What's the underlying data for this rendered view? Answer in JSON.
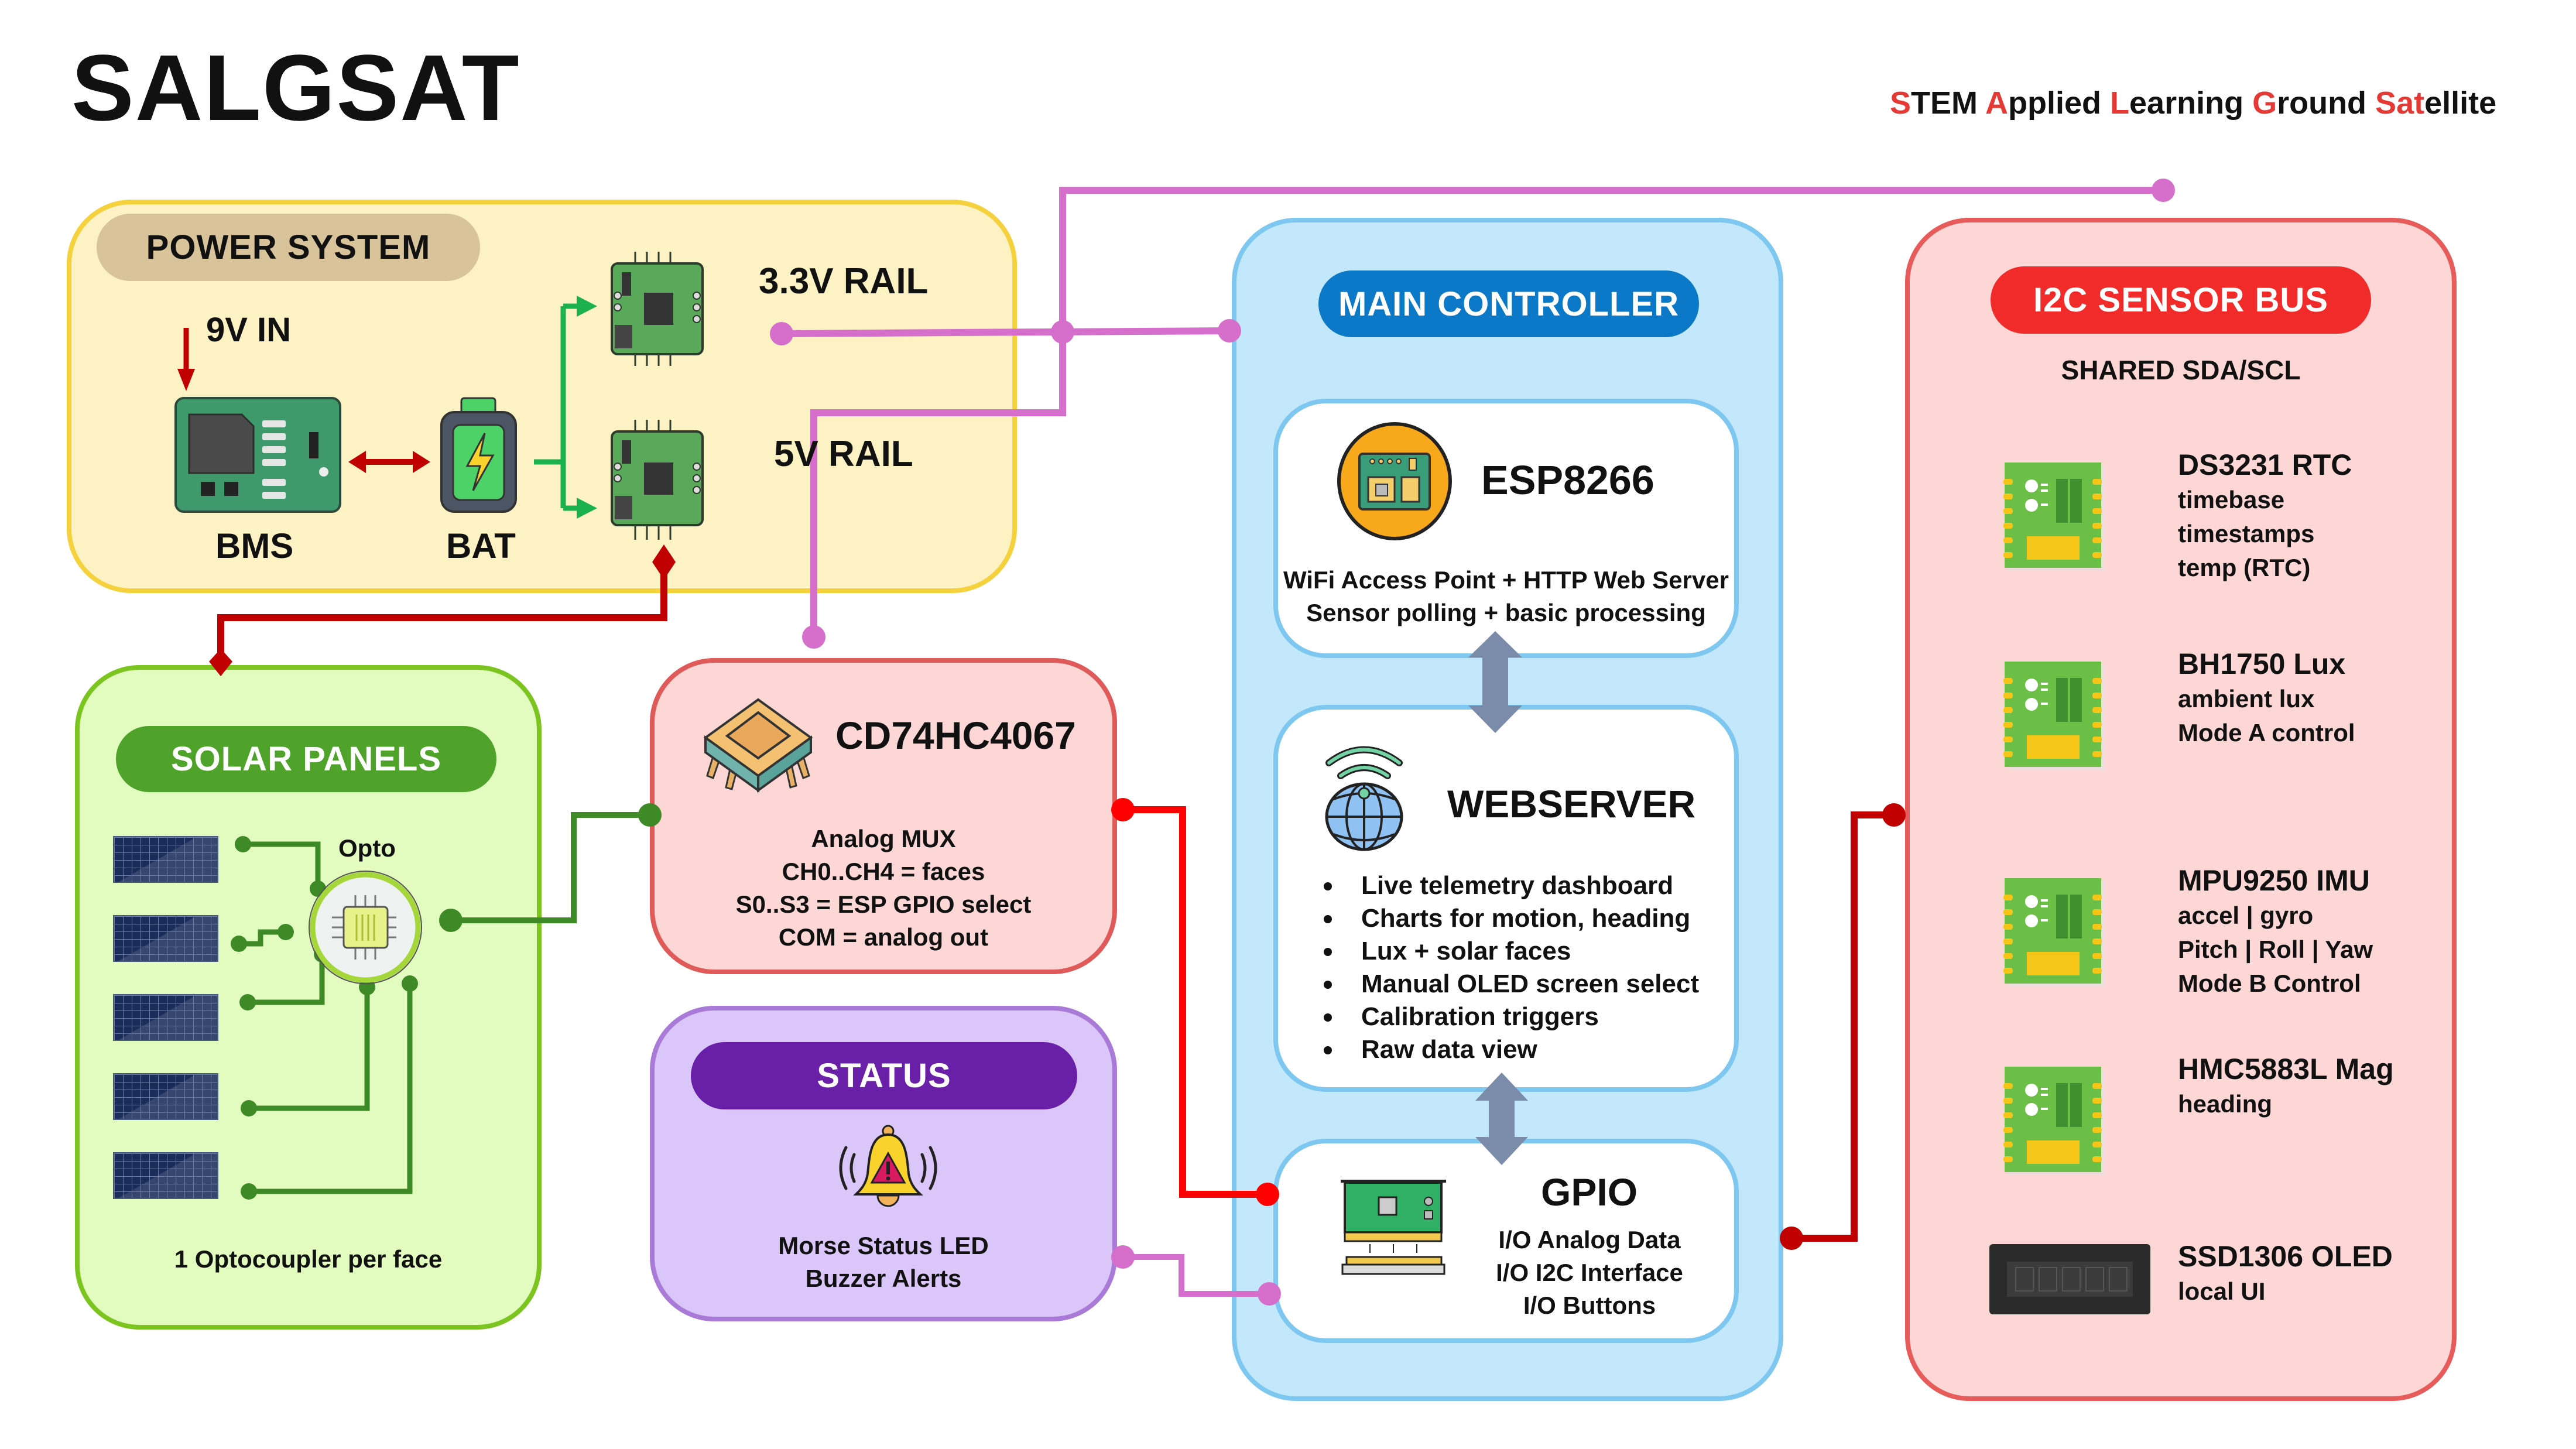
{
  "header": {
    "title": "SALGSAT",
    "subtitle_parts": [
      {
        "text": "S",
        "accent": true
      },
      {
        "text": "TEM ",
        "accent": false
      },
      {
        "text": "A",
        "accent": true
      },
      {
        "text": "pplied ",
        "accent": false
      },
      {
        "text": "L",
        "accent": true
      },
      {
        "text": "earning ",
        "accent": false
      },
      {
        "text": "G",
        "accent": true
      },
      {
        "text": "round ",
        "accent": false
      },
      {
        "text": "Sat",
        "accent": true
      },
      {
        "text": "ellite",
        "accent": false
      }
    ]
  },
  "colors": {
    "accent_red": "#e53935",
    "power_bg": "#fdf2c4",
    "power_border": "#f4d13d",
    "power_pill": "#d9c39b",
    "solar_bg": "#e2fbbf",
    "solar_border": "#7cc520",
    "solar_pill": "#4fa22a",
    "mux_bg": "#fdd6d6",
    "mux_border": "#e05a5a",
    "status_bg": "#dac6f8",
    "status_border": "#a97ad8",
    "status_pill": "#6a1fa8",
    "main_bg": "#c3e8fb",
    "main_border": "#7ec7f0",
    "main_pill": "#0b79c8",
    "i2c_bg": "#fdd6d6",
    "i2c_border": "#e85b5b",
    "i2c_pill": "#f12a2a",
    "wire_pink": "#d66ecb",
    "wire_red": "#ff0000",
    "wire_darkred": "#c00000",
    "wire_green": "#3e8a26",
    "wire_bright_green": "#1bb14c",
    "arrow_gray": "#7b8baa"
  },
  "power": {
    "title": "POWER SYSTEM",
    "input_label": "9V IN",
    "bms_label": "BMS",
    "bat_label": "BAT",
    "rail_33_label": "3.3V RAIL",
    "rail_5_label": "5V RAIL"
  },
  "solar": {
    "title": "SOLAR PANELS",
    "opto_label": "Opto",
    "panel_count": 5,
    "footer": "1 Optocoupler per face"
  },
  "mux": {
    "title": "CD74HC4067",
    "lines": [
      "Analog MUX",
      "CH0..CH4 = faces",
      "S0..S3 = ESP GPIO select",
      "COM = analog out"
    ]
  },
  "status": {
    "title": "STATUS",
    "lines": [
      "Morse Status LED",
      "Buzzer Alerts"
    ]
  },
  "main": {
    "title": "MAIN CONTROLLER",
    "esp": {
      "title": "ESP8266",
      "lines": [
        "WiFi Access Point + HTTP Web Server",
        "Sensor polling + basic processing"
      ]
    },
    "webserver": {
      "title": "WEBSERVER",
      "bullets": [
        "Live telemetry dashboard",
        "Charts for motion, heading",
        "Lux + solar faces",
        "Manual OLED screen select",
        "Calibration triggers",
        "Raw data view"
      ]
    },
    "gpio": {
      "title": "GPIO",
      "lines": [
        "I/O Analog Data",
        "I/O I2C Interface",
        "I/O Buttons"
      ]
    }
  },
  "i2c": {
    "title": "I2C SENSOR BUS",
    "subtitle": "SHARED SDA/SCL",
    "sensors": [
      {
        "name": "DS3231 RTC",
        "lines": [
          "timebase",
          "timestamps",
          "temp (RTC)"
        ],
        "icon": "sensor-board-icon"
      },
      {
        "name": "BH1750 Lux",
        "lines": [
          "ambient lux",
          "Mode A control"
        ],
        "icon": "sensor-board-icon"
      },
      {
        "name": "MPU9250 IMU",
        "lines": [
          "accel | gyro",
          "Pitch | Roll | Yaw",
          "Mode B Control"
        ],
        "icon": "sensor-board-icon"
      },
      {
        "name": "HMC5883L Mag",
        "lines": [
          "heading"
        ],
        "icon": "sensor-board-icon"
      },
      {
        "name": "SSD1306 OLED",
        "lines": [
          "local UI"
        ],
        "icon": "oled-display-icon"
      }
    ]
  }
}
